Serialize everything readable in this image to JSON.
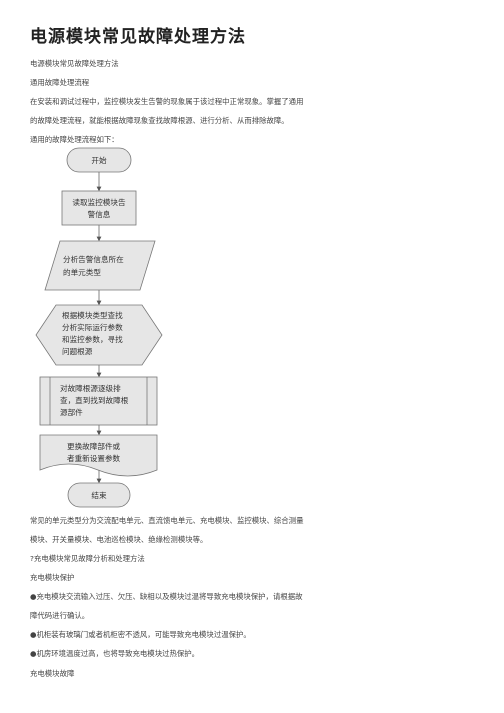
{
  "doc": {
    "title": "电源模块常见故障处理方法",
    "subtitle": "电源模块常见故障处理方法",
    "section1": "通用故障处理流程",
    "para1_line1": "在安装和调试过程中，监控模块发生告警的现象属于该过程中正常现象。掌握了通用",
    "para1_line2": "的故障处理流程，就能根据故障现象查找故障根源、进行分析、从而排除故障。",
    "para1_line3": "通用的故障处理流程如下：",
    "flow": {
      "start": "开始",
      "read_1": "读取监控模块告",
      "read_2": "警信息",
      "analyze_1": "分析告警信息所在",
      "analyze_2": "的单元类型",
      "find_1": "根据模块类型查找",
      "find_2": "分析实际运行参数",
      "find_3": "和监控参数，寻找",
      "find_4": "问题根源",
      "check_1": "对故障根源逐级排",
      "check_2": "查，直到找到故障根",
      "check_3": "源部件",
      "replace_1": "更换故障部件或",
      "replace_2": "者重新设置参数",
      "end": "结束"
    },
    "para2_line1": "常见的单元类型分为交流配电单元、直流馈电单元、充电模块、监控模块、综合测量",
    "para2_line2": "模块、开关量模块、电池巡检模块、绝缘检测模块等。",
    "section2": "?充电模块常见故障分析和处理方法",
    "section3": "充电模块保护",
    "bullet1_line1": "●充电模块交流输入过压、欠压、缺相以及模块过温将导致充电模块保护，请根据故",
    "bullet1_line2": "障代码进行确认。",
    "bullet2": "●机柜装有玻璃门或者机柜密不透风，可能导致充电模块过温保护。",
    "bullet3": "●机房环境温度过高，也将导致充电模块过热保护。",
    "section4": "充电模块故障"
  }
}
